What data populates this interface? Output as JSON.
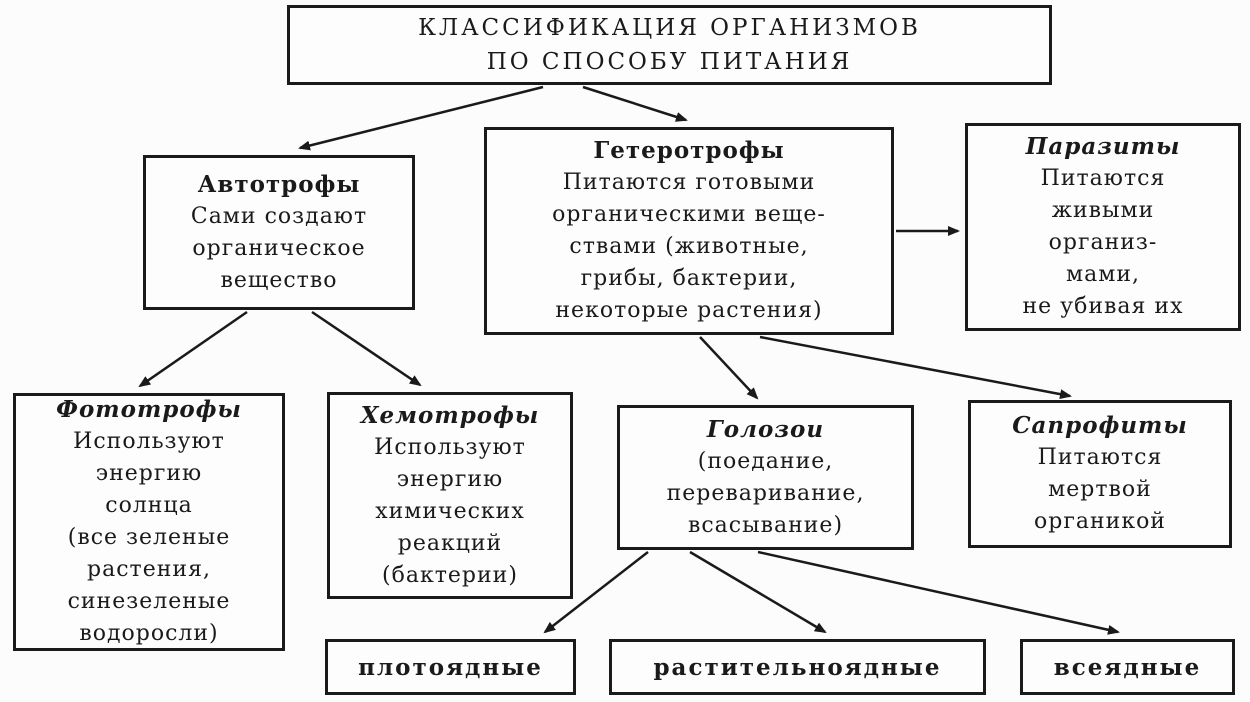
{
  "colors": {
    "ink": "#1a1a1a",
    "background": "#fcfcfc"
  },
  "title": {
    "text": "КЛАССИФИКАЦИЯ ОРГАНИЗМОВ\nПО СПОСОБУ ПИТАНИЯ"
  },
  "nodes": {
    "avtotrofy": {
      "heading": "Автотрофы",
      "body": "Сами создают\nорганическое\nвещество"
    },
    "geterotrofy": {
      "heading": "Гетеротрофы",
      "body": "Питаются готовыми\nорганическими веще-\nствами (животные,\nгрибы, бактерии,\nнекоторые растения)"
    },
    "parazity": {
      "heading": "Паразиты",
      "body": "Питаются\nживыми\nорганиз-\nмами,\nне убивая их"
    },
    "fototrofy": {
      "heading": "Фототрофы",
      "body": "Используют\nэнергию\nсолнца\n(все зеленые\nрастения,\nсинезеленые\nводоросли)"
    },
    "khemotrofy": {
      "heading": "Хемотрофы",
      "body": "Используют\nэнергию\nхимических\nреакций\n(бактерии)"
    },
    "golozoi": {
      "heading": "Голозои",
      "body": "(поедание,\nпереваривание,\nвсасывание)"
    },
    "saprofity": {
      "heading": "Сапрофиты",
      "body": "Питаются\nмертвой\nорганикой"
    },
    "plotoyadnye": {
      "label": "плотоядные"
    },
    "rastitelnoyadnye": {
      "label": "растительноядные"
    },
    "vseyadnye": {
      "label": "всеядные"
    }
  }
}
